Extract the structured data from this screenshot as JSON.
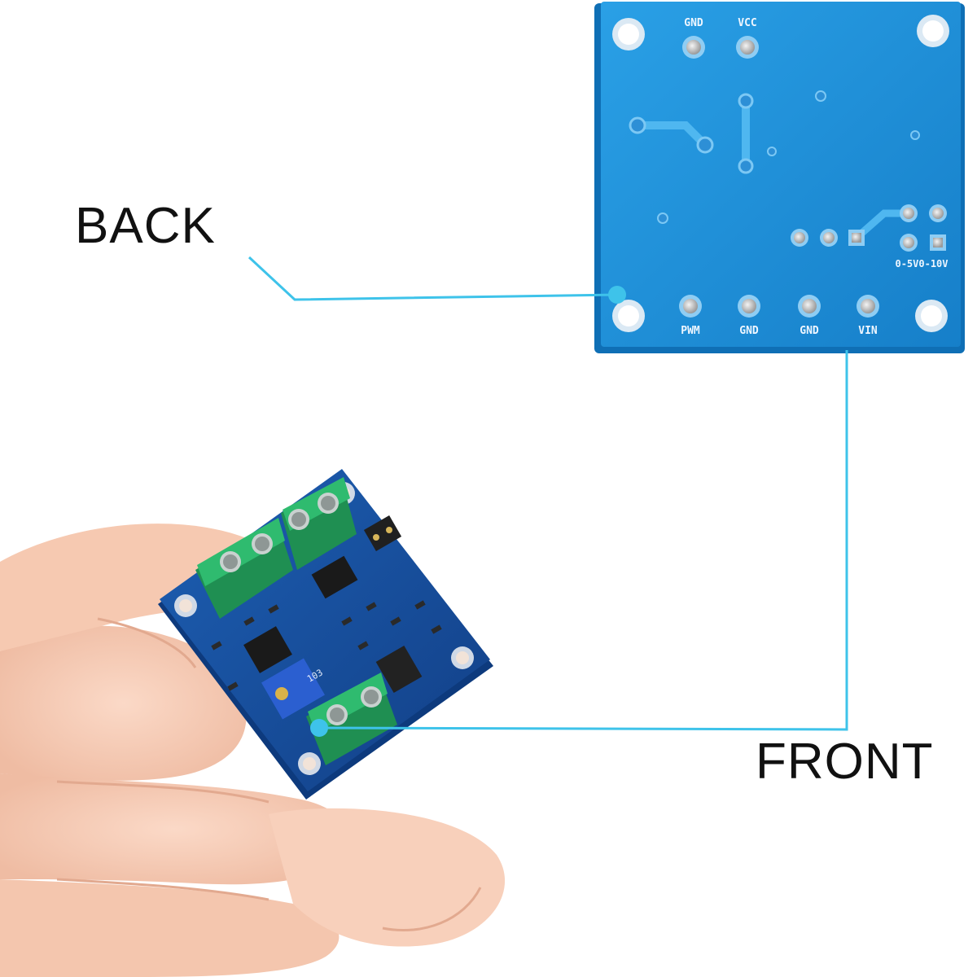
{
  "labels": {
    "back": "BACK",
    "front": "FRONT"
  },
  "board_back": {
    "top_pins": [
      "GND",
      "VCC"
    ],
    "bottom_pins": [
      "PWM",
      "GND",
      "GND",
      "VIN"
    ],
    "range_label": "0-5V0-10V"
  },
  "board_front": {
    "trimmer_marking": "103"
  },
  "colors": {
    "pcb_blue": "#1f8fd8",
    "callout_line": "#3ec3ea",
    "terminal_green": "#25a865"
  }
}
